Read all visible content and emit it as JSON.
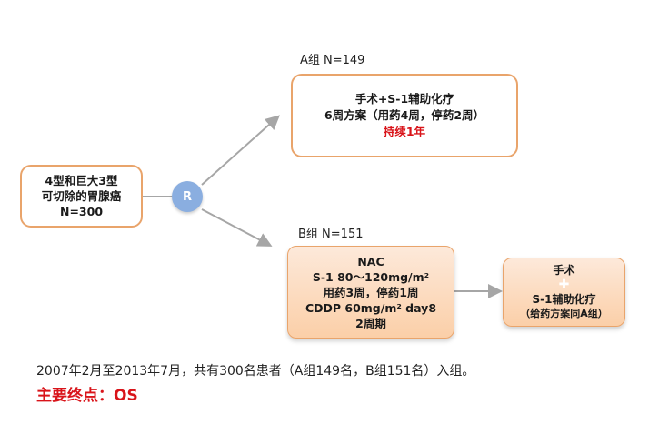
{
  "population": {
    "lines": [
      "4型和巨大3型",
      "可切除的胃腺癌",
      "N=300"
    ]
  },
  "randomization": {
    "label": "R"
  },
  "group_a": {
    "label": "A组 N=149",
    "lines": [
      "手术+S-1辅助化疗",
      "6周方案（用药4周，停药2周）"
    ],
    "highlight": "持续1年"
  },
  "group_b": {
    "label": "B组 N=151",
    "lines": [
      "NAC",
      "S-1 80～120mg/m²",
      "用药3周，停药1周",
      "CDDP 60mg/m² day8",
      "2周期"
    ]
  },
  "group_b_followup": {
    "line1": "手术",
    "plus": "✚",
    "line2": "S-1辅助化疗",
    "line3": "（给药方案同A组）"
  },
  "footer": {
    "enrollment": "2007年2月至2013年7月，共有300名患者（A组149名，B组151名）入组。",
    "endpoint": "主要终点：OS"
  },
  "colors": {
    "box_border": "#e9a46b",
    "circle": "#8aaee0",
    "arrow": "#a6a6a6",
    "highlight": "#d9141a"
  }
}
